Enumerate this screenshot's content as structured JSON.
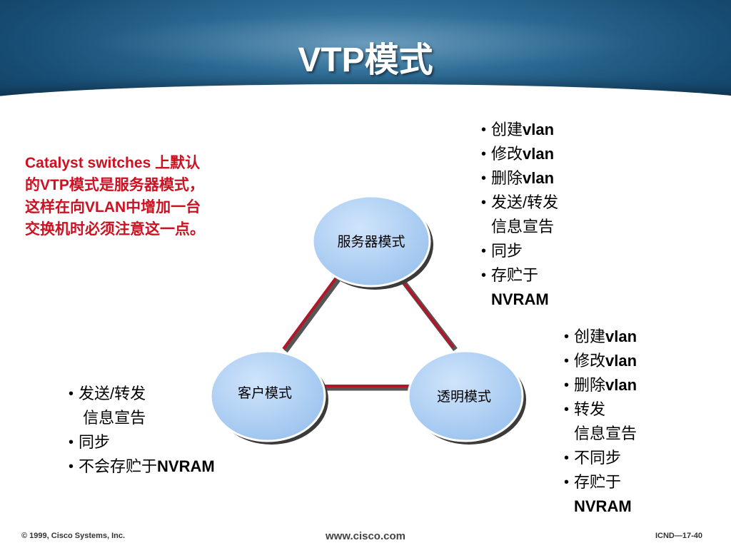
{
  "header": {
    "title": "VTP模式"
  },
  "note": {
    "lines": [
      "Catalyst switches 上默认",
      "的VTP模式是服务器模式，",
      "这样在向VLAN中增加一台",
      "交换机时必须注意这一点。"
    ]
  },
  "diagram": {
    "nodes": {
      "server": "服务器模式",
      "client": "客户模式",
      "transparent": "透明模式"
    }
  },
  "lists": {
    "server": [
      "创建vlan",
      "修改vlan",
      "删除vlan",
      "发送/转发\n信息宣告",
      "同步",
      "存贮于\nNVRAM"
    ],
    "transparent": [
      "创建vlan",
      "修改vlan",
      "删除vlan",
      "转发\n信息宣告",
      "不同步",
      "存贮于\nNVRAM"
    ],
    "client": [
      "发送/转发\n 信息宣告",
      "同步",
      "不会存贮于NVRAM"
    ]
  },
  "footer": {
    "copyright": "© 1999, Cisco Systems, Inc.",
    "url": "www.cisco.com",
    "slide_id": "ICND—17-40"
  },
  "colors": {
    "header_blue": "#184e75",
    "note_red": "#cc1122",
    "node_fill": "#a9cdf5",
    "link_red": "#b0182a"
  }
}
